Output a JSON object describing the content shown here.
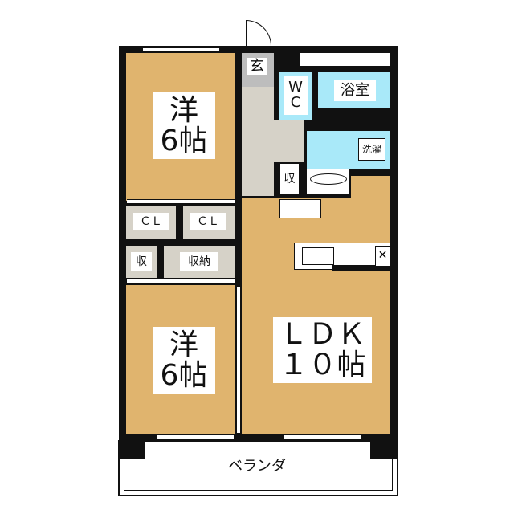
{
  "rooms": {
    "western_top": {
      "type": "洋",
      "size": "6帖"
    },
    "western_bottom": {
      "type": "洋",
      "size": "6帖"
    },
    "ldk": {
      "type": "ＬＤＫ",
      "size": "１０帖"
    },
    "entrance": "玄",
    "wc_line1": "W",
    "wc_line2": "C",
    "bath": "浴室",
    "laundry": "洗濯",
    "storage_hall": "収",
    "closet_left": "ＣＬ",
    "closet_right": "ＣＬ",
    "storage_small": "収",
    "storage": "収納",
    "balcony": "ベランダ"
  },
  "colors": {
    "floor": "#E0B46E",
    "wet": "#A9E9F9",
    "storage": "#D6D2C8",
    "wall": "#111111"
  }
}
